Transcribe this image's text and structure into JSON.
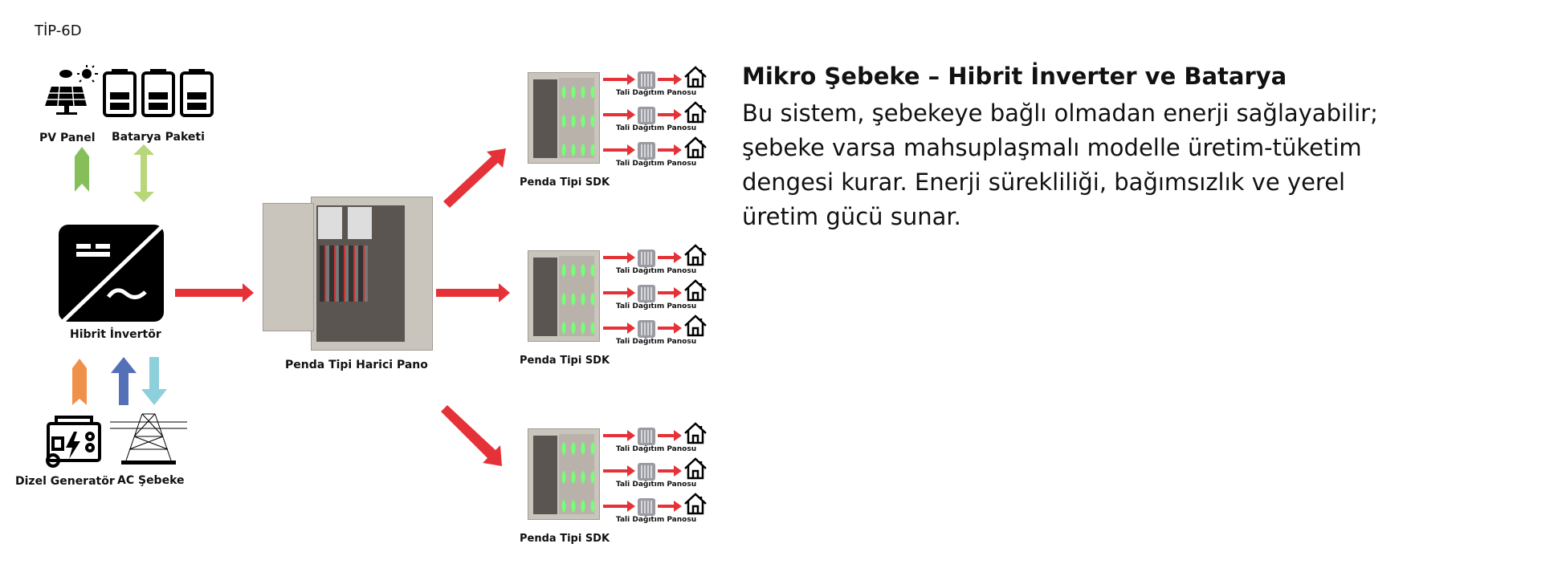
{
  "type_label": "TİP-6D",
  "sources": {
    "pv": "PV Panel",
    "battery": "Batarya Paketi",
    "inverter": "Hibrit İnvertör",
    "generator": "Dizel Generatör",
    "grid": "AC Şebeke"
  },
  "main_panel": "Penda Tipi Harici Pano",
  "sdk": [
    {
      "label": "Penda Tipi SDK",
      "sub": [
        "Tali Dağıtım Panosu",
        "Tali Dağıtım Panosu",
        "Tali Dağıtım Panosu"
      ]
    },
    {
      "label": "Penda Tipi SDK",
      "sub": [
        "Tali Dağıtım Panosu",
        "Tali Dağıtım Panosu",
        "Tali Dağıtım Panosu"
      ]
    },
    {
      "label": "Penda Tipi SDK",
      "sub": [
        "Tali Dağıtım Panosu",
        "Tali Dağıtım Panosu",
        "Tali Dağıtım Panosu"
      ]
    }
  ],
  "description": {
    "title": "Mikro Şebeke – Hibrit İnverter ve Batarya",
    "lines": [
      "Bu sistem, şebekeye bağlı olmadan enerji sağlayabilir;",
      "şebeke varsa mahsuplaşmalı modelle üretim-tüketim",
      "dengesi kurar. Enerji sürekliliği, bağımsızlık ve yerel",
      "üretim gücü sunar."
    ]
  },
  "colors": {
    "arrow": "#e53238",
    "pv_arrow": "#86bf5a",
    "battery_arrow": "#b8d67a",
    "gen_arrow": "#f0914a",
    "grid_up": "#5470b8",
    "grid_down": "#8ecfdc"
  }
}
